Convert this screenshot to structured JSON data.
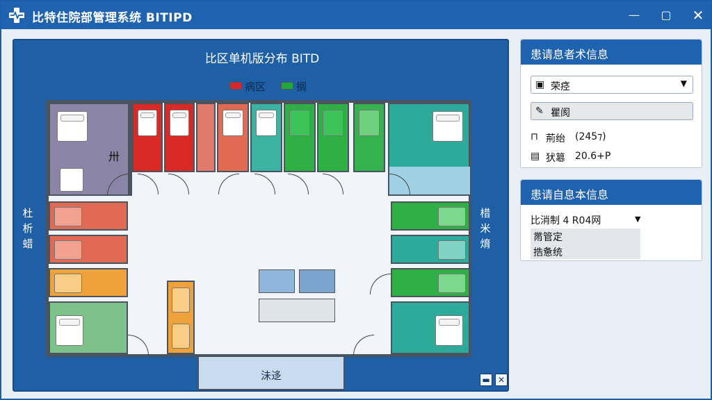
{
  "window": {
    "title": "比特住院部管理系统 BITIPD",
    "controls": {
      "minimize": "—",
      "maximize": "▢",
      "close": "✕"
    }
  },
  "plan": {
    "title": "比区单机版分布 BITD",
    "legend": [
      {
        "label": "病区",
        "color": "#d9262a"
      },
      {
        "label": "搁",
        "color": "#22a83a"
      }
    ],
    "room_label": "卅",
    "left_label": [
      "杜",
      "析",
      "蜡"
    ],
    "right_label": [
      "棤",
      "米",
      "焴"
    ],
    "entrance_label": "沬迻",
    "bottom_buttons": [
      "▬",
      "✕"
    ]
  },
  "colors": {
    "red": "#d92a26",
    "salmon": "#e06a52",
    "orange": "#f0a23a",
    "green": "#2fb044",
    "teal": "#2eaa9a",
    "lavender": "#8a85a6",
    "lightgreen": "#7cc28a",
    "lightblue": "#bcd3ea"
  },
  "panel1": {
    "title": "患请息者术信息",
    "select_value": "荣痉",
    "select_icon": "clipboard-icon",
    "button_label": "瞿阂",
    "button_icon": "edit-icon",
    "line1_label": "荊绐",
    "line1_value": "(245⁊)",
    "line2_label": "犾簒",
    "line2_value": "20.6+P"
  },
  "panel2": {
    "title": "患请自息本信息",
    "select_value": "比消制 4 R04网",
    "row1": "黹管定",
    "row2": "捁惫统"
  }
}
